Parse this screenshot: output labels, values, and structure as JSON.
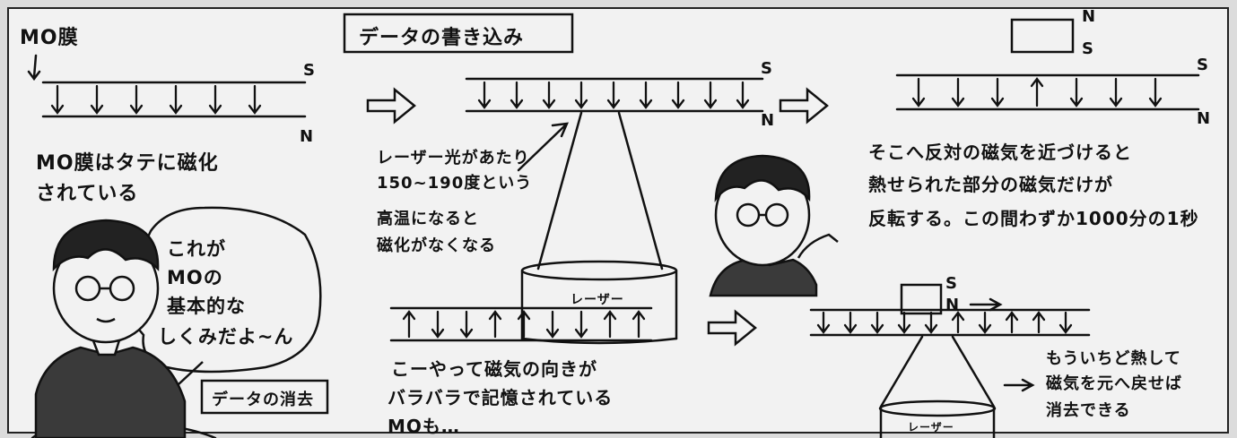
{
  "labels": {
    "mo_film": "MO膜",
    "data_write": "データの書き込み",
    "data_erase": "データの消去",
    "pole_s": "S",
    "pole_n": "N",
    "laser": "レーザー"
  },
  "captions": {
    "mo_magnetized_line1": "MO膜はタテに磁化",
    "mo_magnetized_line2": "されている",
    "laser_heat_line1": "レーザー光があたり",
    "laser_heat_line2": "150~190度という",
    "laser_heat_line3": "高温になると",
    "laser_heat_line4": "磁化がなくなる",
    "reverse_line1": "そこへ反対の磁気を近づけると",
    "reverse_line2": "熱せられた部分の磁気だけが",
    "reverse_line3": "反転する。この間わずか1000分の1秒",
    "memory_line1": "こーやって磁気の向きが",
    "memory_line2": "バラバラで記憶されている",
    "memory_line3": "MOも…",
    "erase_line1": "もういちど熱して",
    "erase_line2": "磁気を元へ戻せば",
    "erase_line3": "消去できる"
  },
  "speech_bubble": {
    "line1": "これが",
    "line2": "MOの",
    "line3": "基本的な",
    "line4": "しくみだよ~ん"
  },
  "arrow_patterns": {
    "initial": [
      "down",
      "down",
      "down",
      "down",
      "down",
      "down"
    ],
    "writing": [
      "down",
      "down",
      "down",
      "down",
      "down",
      "down",
      "down",
      "down",
      "down"
    ],
    "reversed": [
      "down",
      "down",
      "down",
      "up",
      "down",
      "down",
      "down"
    ],
    "stored": [
      "up",
      "down",
      "down",
      "up",
      "up",
      "down",
      "down",
      "up",
      "up"
    ],
    "erasing": [
      "down",
      "down",
      "down",
      "down",
      "down",
      "up",
      "down",
      "up",
      "up",
      "down"
    ]
  }
}
